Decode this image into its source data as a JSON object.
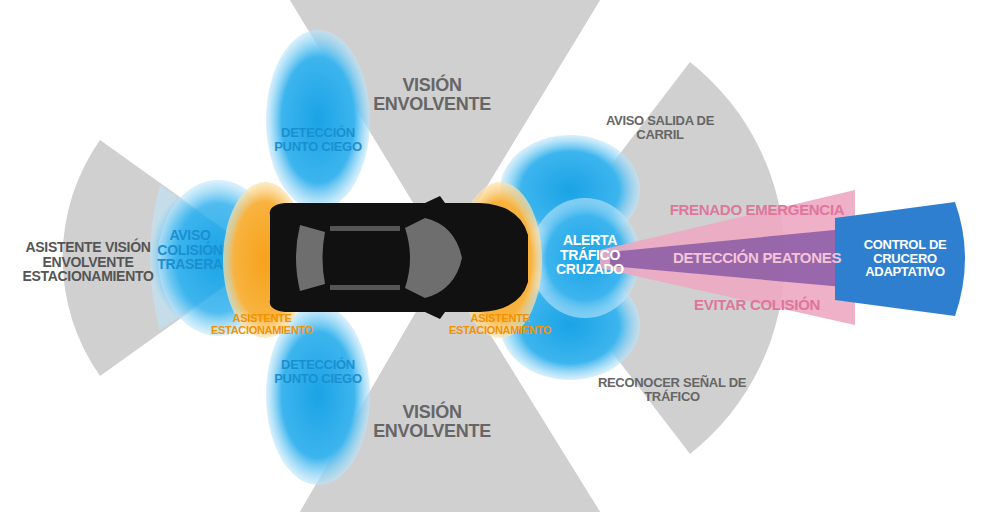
{
  "diagram": {
    "labels": [
      "VISIÓN ENVOLVENTE",
      "DETECCIÓN PUNTO CIEGO",
      "AVISO SALIDA DE CARRIL",
      "ASISTENTE VISIÓN ENVOLVENTE ESTACIONAMIENTO",
      "AVISO COLISIÓN TRASERA",
      "ALERTA TRÁFICO CRUZADO",
      "FRENADO EMERGENCIA",
      "DETECCIÓN PEATONES",
      "EVITAR COLISIÓN",
      "CONTROL DE CRUCERO ADAPTATIVO",
      "ASISTENTE ESTACIONAMIENTO",
      "ASISTENTE ESTACIONAMIENTO",
      "DETECCIÓN PUNTO CIEGO",
      "RECONOCER SEÑAL DE TRÁFICO",
      "VISIÓN ENVOLVENTE"
    ]
  }
}
